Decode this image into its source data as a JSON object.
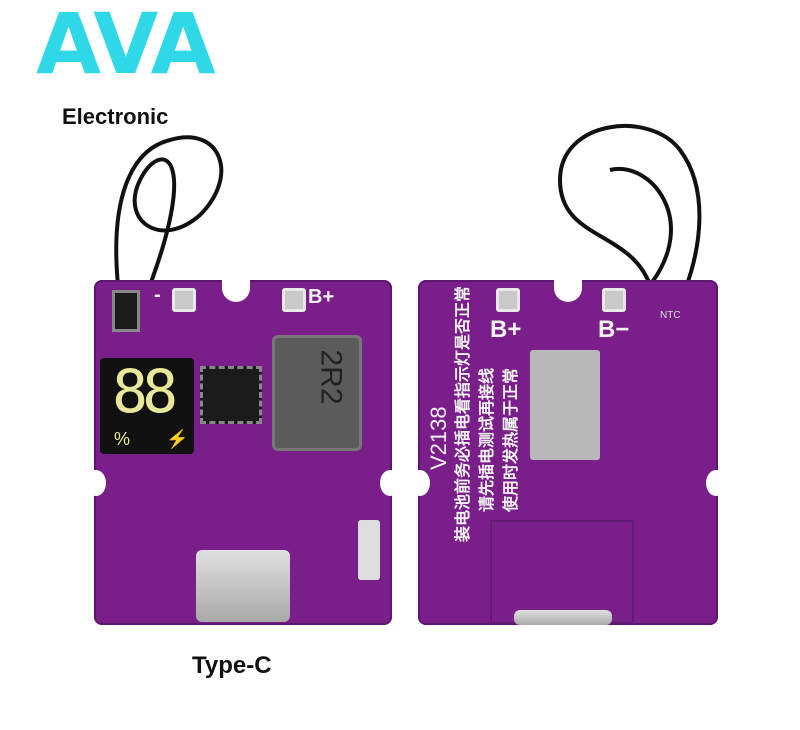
{
  "brand": {
    "logo": "AVA",
    "subtitle": "Electronic"
  },
  "caption": "Type-C",
  "front": {
    "minus_label": "-",
    "plus_label": "B+",
    "display_digits": "88",
    "percent": "%",
    "bolt": "⚡",
    "inductor": "2R2"
  },
  "back": {
    "plus_label": "B+",
    "minus_label": "B−",
    "model": "V2138",
    "ntc": "NTC",
    "notes": [
      "装电池前务必插电看指示灯是否正常",
      "请先插电测试再接线",
      "使用时发热属于正常"
    ]
  },
  "colors": {
    "pcb": "#7a1f8a",
    "logo": "#2ed8e6"
  }
}
